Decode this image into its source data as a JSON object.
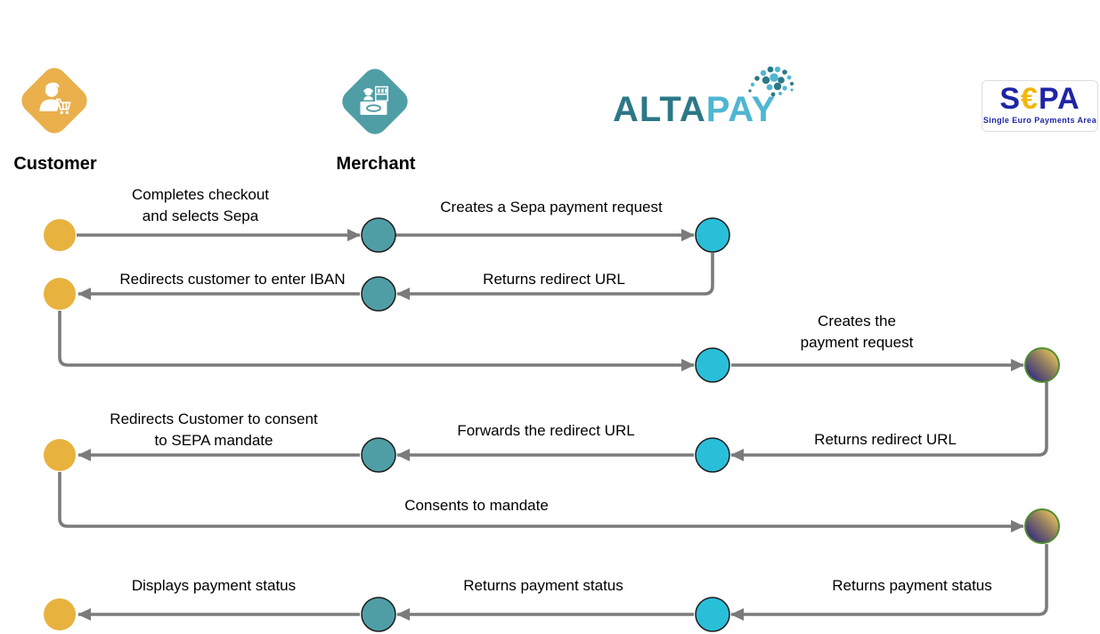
{
  "participants": [
    {
      "id": "customer",
      "label": "Customer"
    },
    {
      "id": "merchant",
      "label": "Merchant"
    },
    {
      "id": "altapay",
      "brand": {
        "part1": "ALTA",
        "part2": "PAY"
      }
    },
    {
      "id": "sepa",
      "brand": {
        "s": "S",
        "euro": "€",
        "pa": "PA"
      },
      "subtitle": "Single Euro Payments Area"
    }
  ],
  "messages": [
    {
      "from": "customer",
      "to": "merchant",
      "label": "Completes checkout\nand selects Sepa"
    },
    {
      "from": "merchant",
      "to": "altapay",
      "label": "Creates a Sepa payment request"
    },
    {
      "from": "altapay",
      "to": "merchant",
      "label": "Returns redirect URL"
    },
    {
      "from": "merchant",
      "to": "customer",
      "label": "Redirects customer to enter IBAN"
    },
    {
      "from": "customer",
      "to": "altapay",
      "label": ""
    },
    {
      "from": "altapay",
      "to": "sepa",
      "label": "Creates the\npayment request"
    },
    {
      "from": "sepa",
      "to": "altapay",
      "label": "Returns redirect URL"
    },
    {
      "from": "altapay",
      "to": "merchant",
      "label": "Forwards the redirect URL"
    },
    {
      "from": "merchant",
      "to": "customer",
      "label": "Redirects Customer to consent\nto SEPA mandate"
    },
    {
      "from": "customer",
      "to": "sepa",
      "label": "Consents to mandate"
    },
    {
      "from": "sepa",
      "to": "altapay",
      "label": "Returns payment status"
    },
    {
      "from": "altapay",
      "to": "merchant",
      "label": "Returns payment status"
    },
    {
      "from": "merchant",
      "to": "customer",
      "label": "Displays payment status"
    }
  ],
  "icons": {
    "customer": "person-with-shopping-cart-icon",
    "merchant": "cashier-counter-icon",
    "altapay": "globe-dots-icon"
  },
  "colors": {
    "customer_node": "#E8B23E",
    "merchant_node": "#4F9EA6",
    "altapay_node": "#2ABFD9",
    "sepa_node_left": "#332C7E",
    "sepa_node_mid": "#8F7C60",
    "sepa_node_right": "#E6C15E",
    "sepa_node_border": "#4F8D2F",
    "arrow": "#7B7B7B",
    "node_border": "#1C1C1C",
    "customer_icon_bg": "#E9B04C",
    "merchant_icon_bg": "#4F9EA6",
    "altapay_dark": "#2C7887",
    "altapay_light": "#4FB6D2",
    "sepa_navy": "#1D25A6",
    "sepa_gold": "#F2B60D",
    "text": "#000000"
  }
}
